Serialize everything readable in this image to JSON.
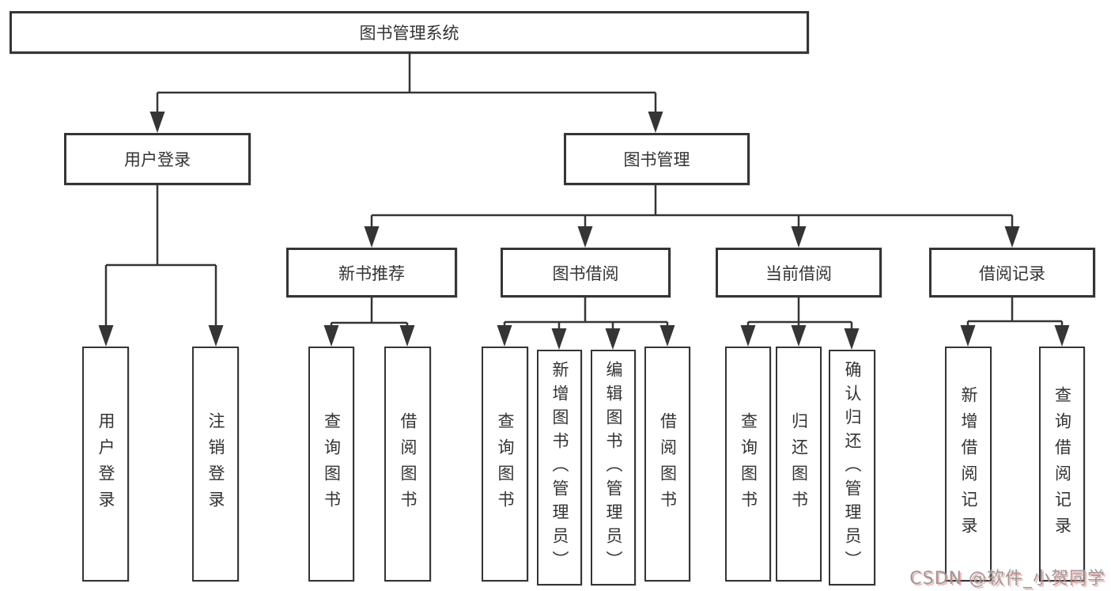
{
  "tree": {
    "label": "图书管理系统",
    "children": [
      {
        "label": "用户登录",
        "children": [
          {
            "label": "用户登录"
          },
          {
            "label": "注销登录"
          }
        ]
      },
      {
        "label": "图书管理",
        "children": [
          {
            "label": "新书推荐",
            "children": [
              {
                "label": "查询图书"
              },
              {
                "label": "借阅图书"
              }
            ]
          },
          {
            "label": "图书借阅",
            "children": [
              {
                "label": "查询图书"
              },
              {
                "label": "新增图书（管理员）"
              },
              {
                "label": "编辑图书（管理员）"
              },
              {
                "label": "借阅图书"
              }
            ]
          },
          {
            "label": "当前借阅",
            "children": [
              {
                "label": "查询图书"
              },
              {
                "label": "归还图书"
              },
              {
                "label": "确认归还（管理员）"
              }
            ]
          },
          {
            "label": "借阅记录",
            "children": [
              {
                "label": "新增借阅记录"
              },
              {
                "label": "查询借阅记录"
              }
            ]
          }
        ]
      }
    ]
  },
  "colors": {
    "line": "#353535",
    "text": "#333333",
    "watermark_gray": "#9a9a9a"
  },
  "watermark": {
    "text": "CSDN @软件_小贺同学"
  }
}
